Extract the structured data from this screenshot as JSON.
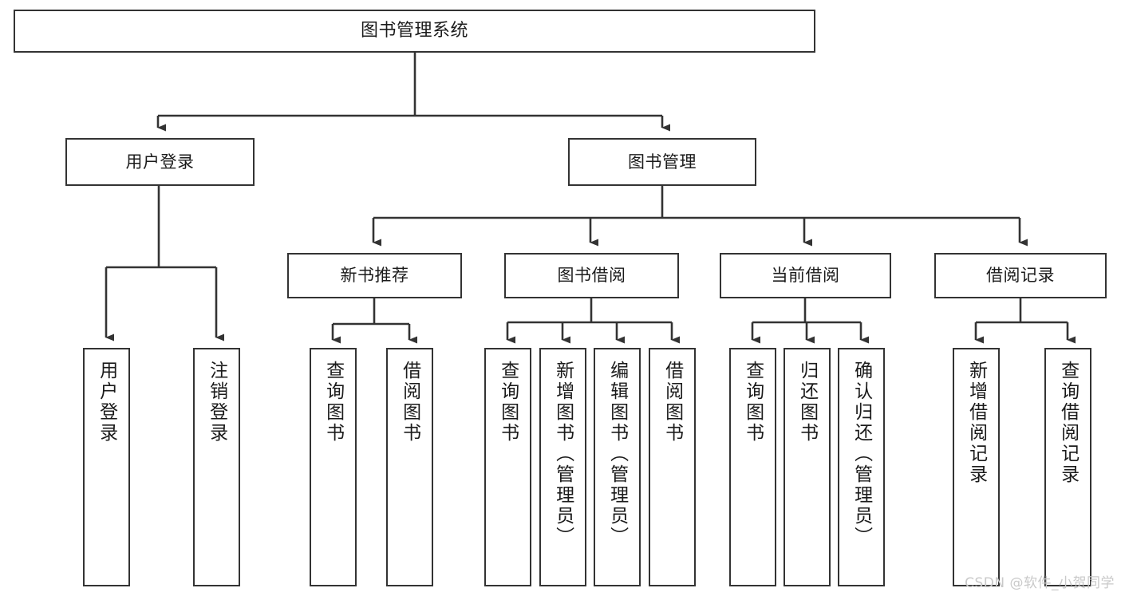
{
  "diagram": {
    "type": "hierarchy-tree",
    "title_node": {
      "label": "图书管理系统"
    },
    "level2": [
      {
        "id": "user-login",
        "label": "用户登录"
      },
      {
        "id": "book-manage",
        "label": "图书管理"
      }
    ],
    "level3": [
      {
        "id": "new-book-recommend",
        "label": "新书推荐",
        "parent": "book-manage"
      },
      {
        "id": "book-borrow",
        "label": "图书借阅",
        "parent": "book-manage"
      },
      {
        "id": "current-borrow",
        "label": "当前借阅",
        "parent": "book-manage"
      },
      {
        "id": "borrow-record",
        "label": "借阅记录",
        "parent": "book-manage"
      }
    ],
    "leaves": {
      "user_login": [
        {
          "label": "用户登录"
        },
        {
          "label": "注销登录"
        }
      ],
      "new_book_recommend": [
        {
          "label": "查询图书"
        },
        {
          "label": "借阅图书"
        }
      ],
      "book_borrow": [
        {
          "label": "查询图书"
        },
        {
          "label": "新增图书（管理员）"
        },
        {
          "label": "编辑图书（管理员）"
        },
        {
          "label": "借阅图书"
        }
      ],
      "current_borrow": [
        {
          "label": "查询图书"
        },
        {
          "label": "归还图书"
        },
        {
          "label": "确认归还（管理员）"
        }
      ],
      "borrow_record": [
        {
          "label": "新增借阅记录"
        },
        {
          "label": "查询借阅记录"
        }
      ]
    },
    "watermark": "CSDN @软件_小贺同学",
    "colors": {
      "stroke": "#333333",
      "fill": "#ffffff",
      "text": "#1b1b1b",
      "watermark": "#c9c9c9"
    }
  }
}
